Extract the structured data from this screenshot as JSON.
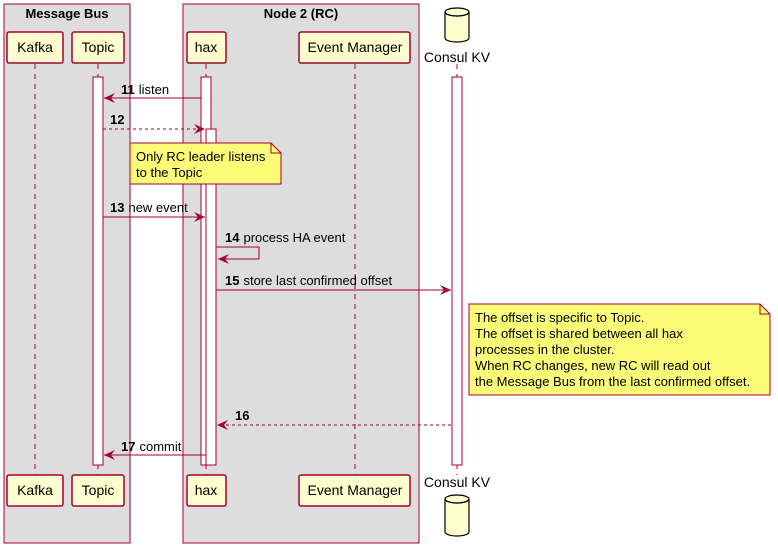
{
  "boxes": {
    "message_bus": {
      "title": "Message Bus"
    },
    "node2": {
      "title": "Node 2 (RC)"
    }
  },
  "participants": {
    "kafka": "Kafka",
    "topic": "Topic",
    "hax": "hax",
    "event_manager": "Event Manager",
    "consul": "Consul KV"
  },
  "messages": [
    {
      "num": "11",
      "text": "listen"
    },
    {
      "num": "12",
      "text": ""
    },
    {
      "num": "13",
      "text": "new event"
    },
    {
      "num": "14",
      "text": "process HA event"
    },
    {
      "num": "15",
      "text": "store last confirmed offset"
    },
    {
      "num": "16",
      "text": ""
    },
    {
      "num": "17",
      "text": "commit"
    }
  ],
  "notes": {
    "leader": [
      "Only RC leader listens",
      "to the Topic"
    ],
    "offset": [
      "The offset is specific to Topic.",
      "The offset is shared between all hax",
      "processes in the cluster.",
      "When RC changes, new RC will read out",
      "the Message Bus from the last confirmed offset."
    ]
  },
  "colors": {
    "box_fill": "#dddddd",
    "box_border": "#a80036",
    "participant_fill": "#fefece",
    "participant_border": "#a80036",
    "arrow": "#a80036",
    "note_fill": "#fbfb77"
  }
}
